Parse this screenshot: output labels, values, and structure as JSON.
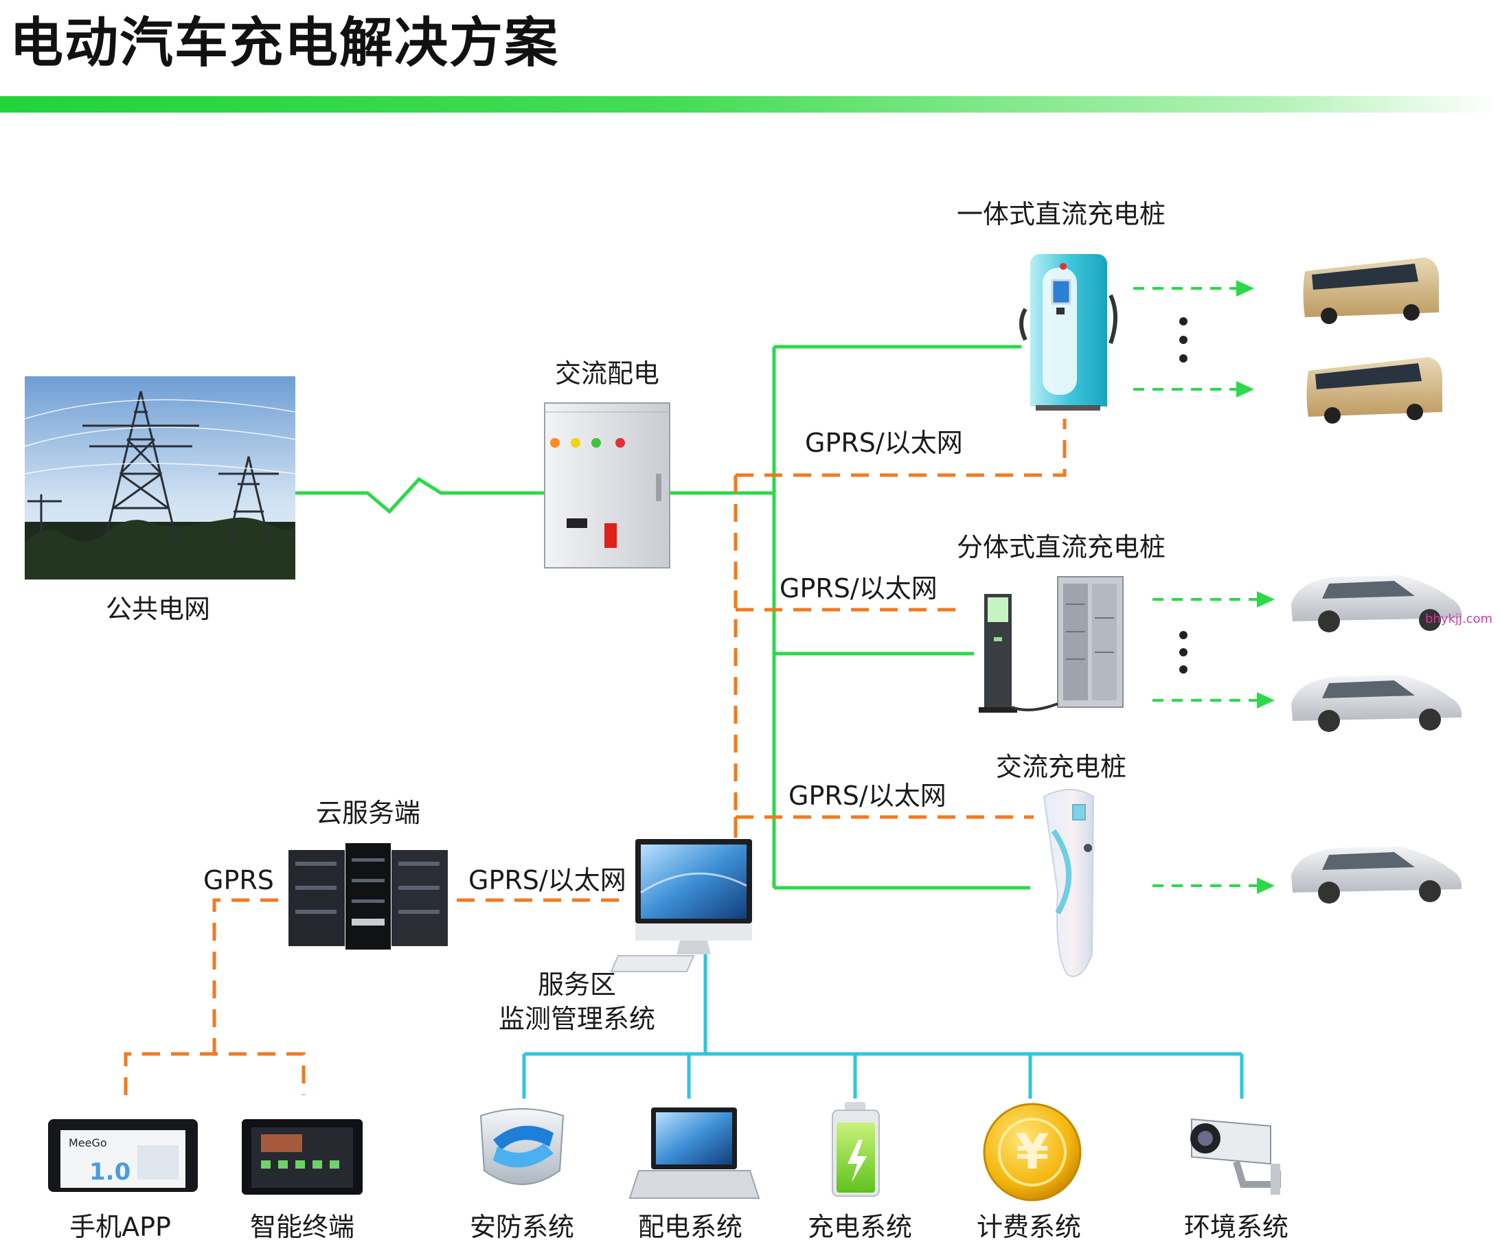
{
  "title": "电动汽车充电解决方案",
  "colors": {
    "power_line": "#2bd94a",
    "comm_line": "#f07a22",
    "service_line": "#2ec6dc",
    "arrow": "#2bd94a"
  },
  "nodes": {
    "grid": "公共电网",
    "ac_distribution": "交流配电",
    "dc_integrated": "一体式直流充电桩",
    "dc_split": "分体式直流充电桩",
    "ac_pile": "交流充电桩",
    "cloud": "云服务端",
    "service_area_line1": "服务区",
    "service_area_line2": "监测管理系统"
  },
  "link_labels": {
    "gprs_eth_1": "GPRS/以太网",
    "gprs_eth_2": "GPRS/以太网",
    "gprs_eth_3": "GPRS/以太网",
    "gprs_eth_4": "GPRS/以太网",
    "gprs": "GPRS"
  },
  "terminals": {
    "mobile_app": "手机APP",
    "smart_terminal": "智能终端"
  },
  "subsystems": {
    "security": "安防系统",
    "power_dist": "配电系统",
    "charging": "充电系统",
    "billing": "计费系统",
    "environment": "环境系统"
  },
  "device_text": {
    "meego": "MeeGo",
    "version": "1.0",
    "yen": "¥"
  },
  "watermark": "bhykjj.com"
}
